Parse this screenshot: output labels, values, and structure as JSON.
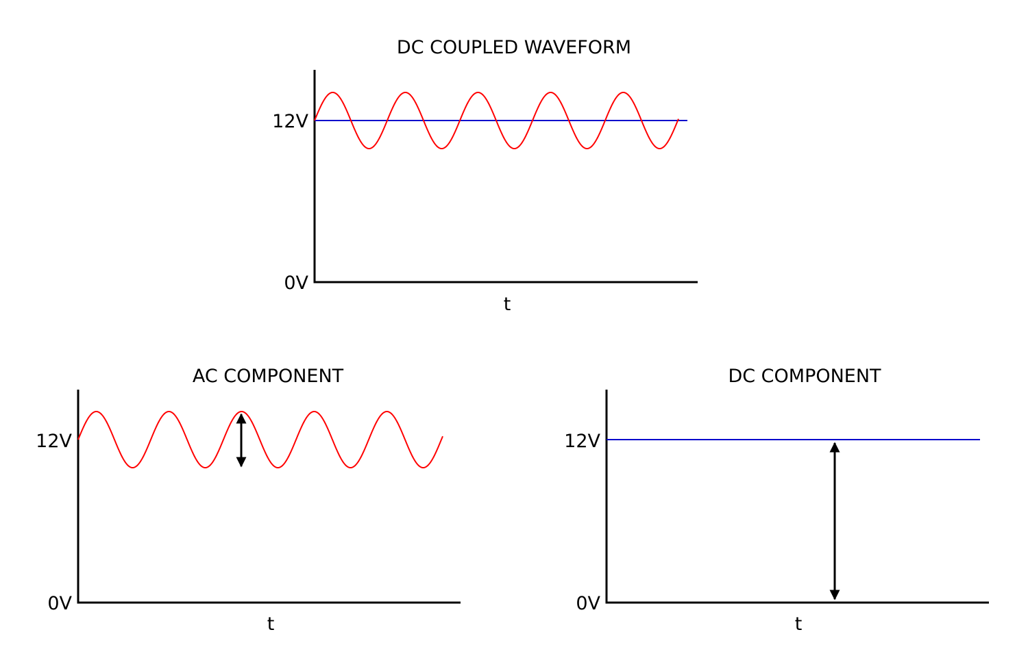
{
  "colors": {
    "ac_wave": "#ff0000",
    "dc_level": "#0000cc",
    "axes": "#000000"
  },
  "top": {
    "title": "DC COUPLED WAVEFORM",
    "y_high_label": "12V",
    "y_low_label": "0V",
    "x_label": "t"
  },
  "ac": {
    "title": "AC COMPONENT",
    "y_high_label": "12V",
    "y_low_label": "0V",
    "x_label": "t"
  },
  "dc": {
    "title": "DC COMPONENT",
    "y_high_label": "12V",
    "y_low_label": "0V",
    "x_label": "t"
  }
}
